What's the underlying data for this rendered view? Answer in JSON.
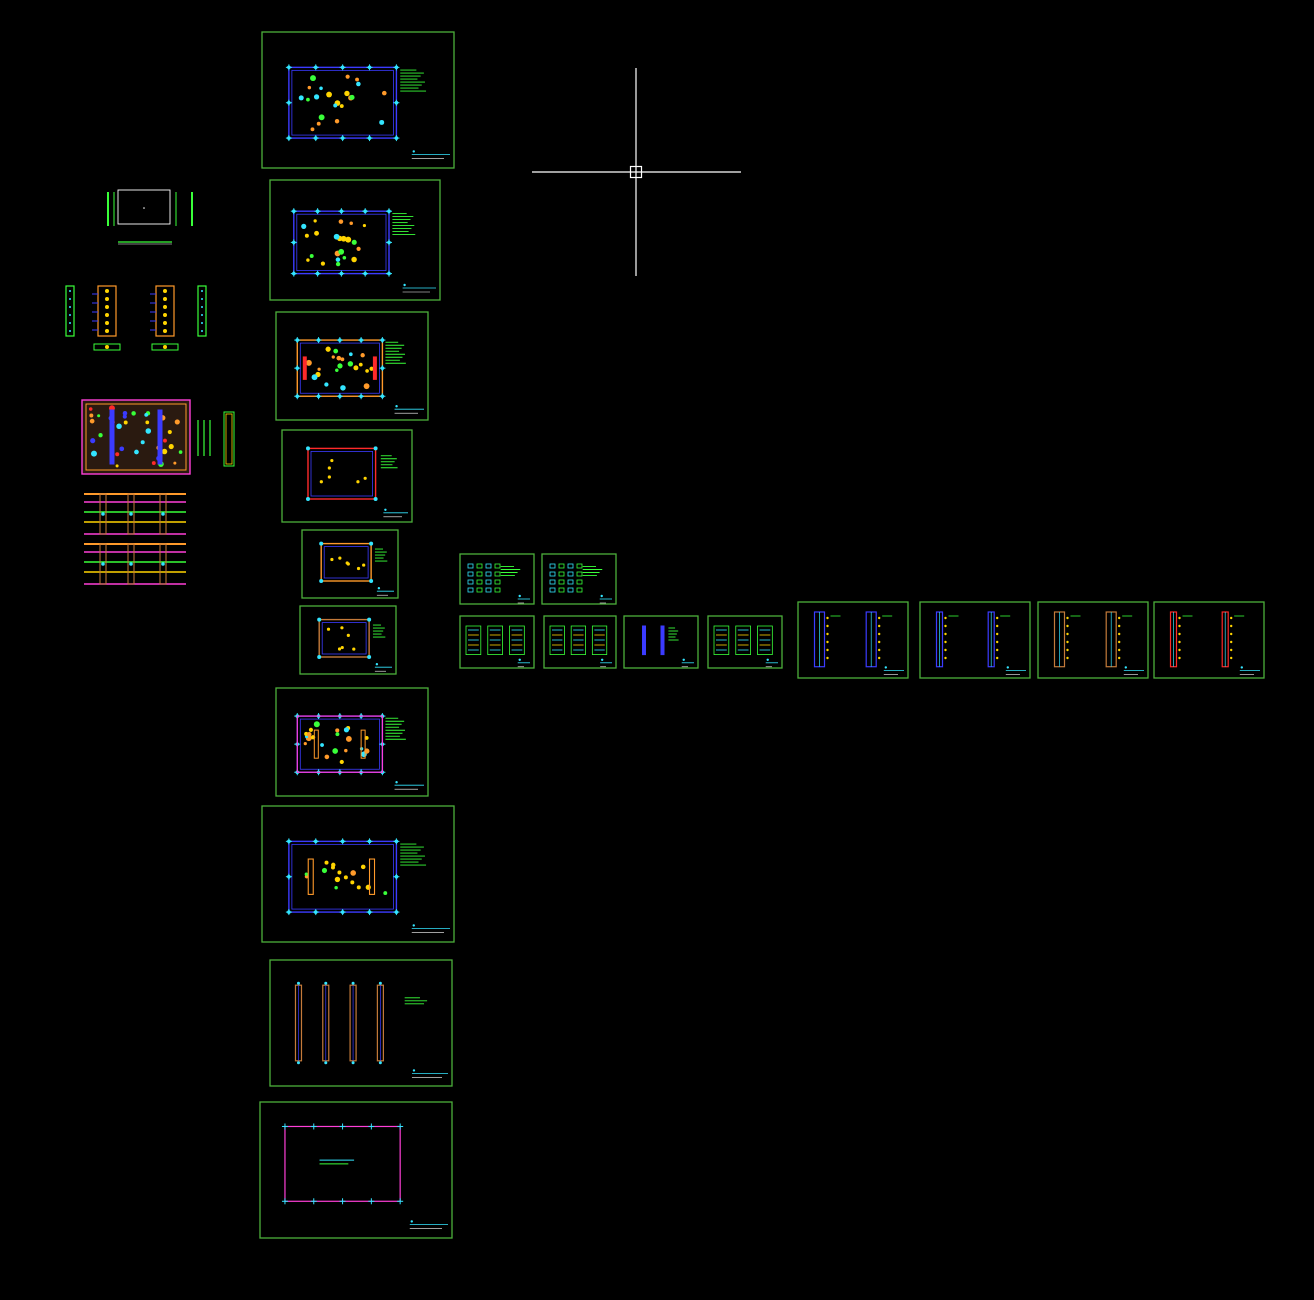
{
  "app": {
    "view": "cad-model-space"
  },
  "colors": {
    "background": "#000000",
    "sheet_border": "#4caf3a",
    "cursor": "#ffffff",
    "blue": "#3b3bff",
    "cyan": "#33e5ff",
    "yellow": "#ffd400",
    "orange": "#ff9a2a",
    "green": "#39ff39",
    "red": "#ff2a2a",
    "magenta": "#ff3fd8",
    "brown": "#c47a3a",
    "white": "#ffffff"
  },
  "icons": {
    "cursor": "crosshair-cursor-icon"
  },
  "sheets": [
    {
      "id": "sheet-plan-1",
      "style": "plan"
    },
    {
      "id": "sheet-plan-2",
      "style": "plan"
    },
    {
      "id": "sheet-plan-3",
      "style": "plan-red"
    },
    {
      "id": "sheet-plan-4",
      "style": "outline-red"
    },
    {
      "id": "sheet-plan-5",
      "style": "small-plan"
    },
    {
      "id": "sheet-plan-6",
      "style": "outline-brown"
    },
    {
      "id": "sheet-plan-7",
      "style": "plan-magenta"
    },
    {
      "id": "sheet-plan-8",
      "style": "plan-bars"
    },
    {
      "id": "sheet-columns",
      "style": "columns"
    },
    {
      "id": "sheet-outline",
      "style": "outline-magenta"
    },
    {
      "id": "sheet-notes-1",
      "style": "notes"
    },
    {
      "id": "sheet-notes-2",
      "style": "notes"
    },
    {
      "id": "sheet-detail-1",
      "style": "details"
    },
    {
      "id": "sheet-detail-2",
      "style": "details"
    },
    {
      "id": "sheet-detail-3",
      "style": "detail-bars"
    },
    {
      "id": "sheet-detail-4",
      "style": "details"
    },
    {
      "id": "sheet-section-1",
      "style": "section-blue"
    },
    {
      "id": "sheet-section-2",
      "style": "section-blue-thin"
    },
    {
      "id": "sheet-section-3",
      "style": "section-brown"
    },
    {
      "id": "sheet-section-4",
      "style": "section-red"
    }
  ]
}
